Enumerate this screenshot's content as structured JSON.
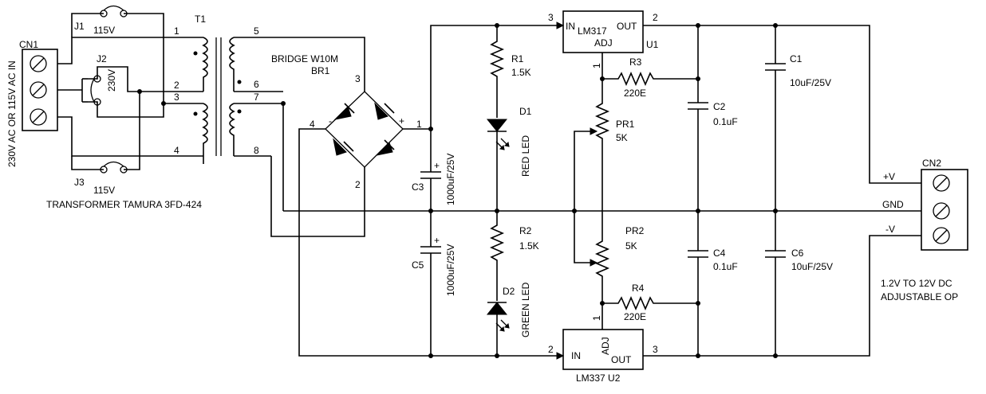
{
  "components": {
    "cn1": {
      "ref": "CN1",
      "side_label": "230V AC OR 115V AC IN"
    },
    "j1": {
      "ref": "J1",
      "value": "115V"
    },
    "j2": {
      "ref": "J2",
      "value": "230V"
    },
    "j3": {
      "ref": "J3",
      "value": "115V"
    },
    "t1": {
      "ref": "T1",
      "part": "TRANSFORMER TAMURA 3FD-424",
      "pins": [
        "1",
        "2",
        "3",
        "4",
        "5",
        "6",
        "7",
        "8"
      ]
    },
    "br1": {
      "title": "BRIDGE W10M",
      "ref": "BR1",
      "pins": {
        "p1": "1",
        "p2": "2",
        "p3": "3",
        "p4": "4"
      },
      "plus": "+",
      "minus": "-"
    },
    "c3": {
      "ref": "C3",
      "value": "1000uF/25V",
      "polarity": "+"
    },
    "c5": {
      "ref": "C5",
      "value": "1000uF/25V",
      "polarity": "+"
    },
    "r1": {
      "ref": "R1",
      "value": "1.5K"
    },
    "r2": {
      "ref": "R2",
      "value": "1.5K"
    },
    "d1": {
      "ref": "D1",
      "value": "RED LED"
    },
    "d2": {
      "ref": "D2",
      "value": "GREEN LED"
    },
    "u1": {
      "part": "LM317",
      "ref": "U1",
      "in": "IN",
      "out": "OUT",
      "adj": "ADJ",
      "pin_in": "3",
      "pin_out": "2",
      "pin_adj": "1"
    },
    "u2": {
      "part": "LM337 U2",
      "in": "IN",
      "out": "OUT",
      "adj": "ADJ",
      "pin_in": "2",
      "pin_out": "3",
      "pin_adj": "1"
    },
    "r3": {
      "ref": "R3",
      "value": "220E"
    },
    "r4": {
      "ref": "R4",
      "value": "220E"
    },
    "pr1": {
      "ref": "PR1",
      "value": "5K"
    },
    "pr2": {
      "ref": "PR2",
      "value": "5K"
    },
    "c2": {
      "ref": "C2",
      "value": "0.1uF"
    },
    "c4": {
      "ref": "C4",
      "value": "0.1uF"
    },
    "c1": {
      "ref": "C1",
      "value": "10uF/25V"
    },
    "c6": {
      "ref": "C6",
      "value": "10uF/25V"
    },
    "cn2": {
      "ref": "CN2",
      "pos": "+V",
      "gnd": "GND",
      "neg": "-V"
    }
  },
  "notes": {
    "output_line1": "1.2V TO 12V DC",
    "output_line2": "ADJUSTABLE OP"
  }
}
